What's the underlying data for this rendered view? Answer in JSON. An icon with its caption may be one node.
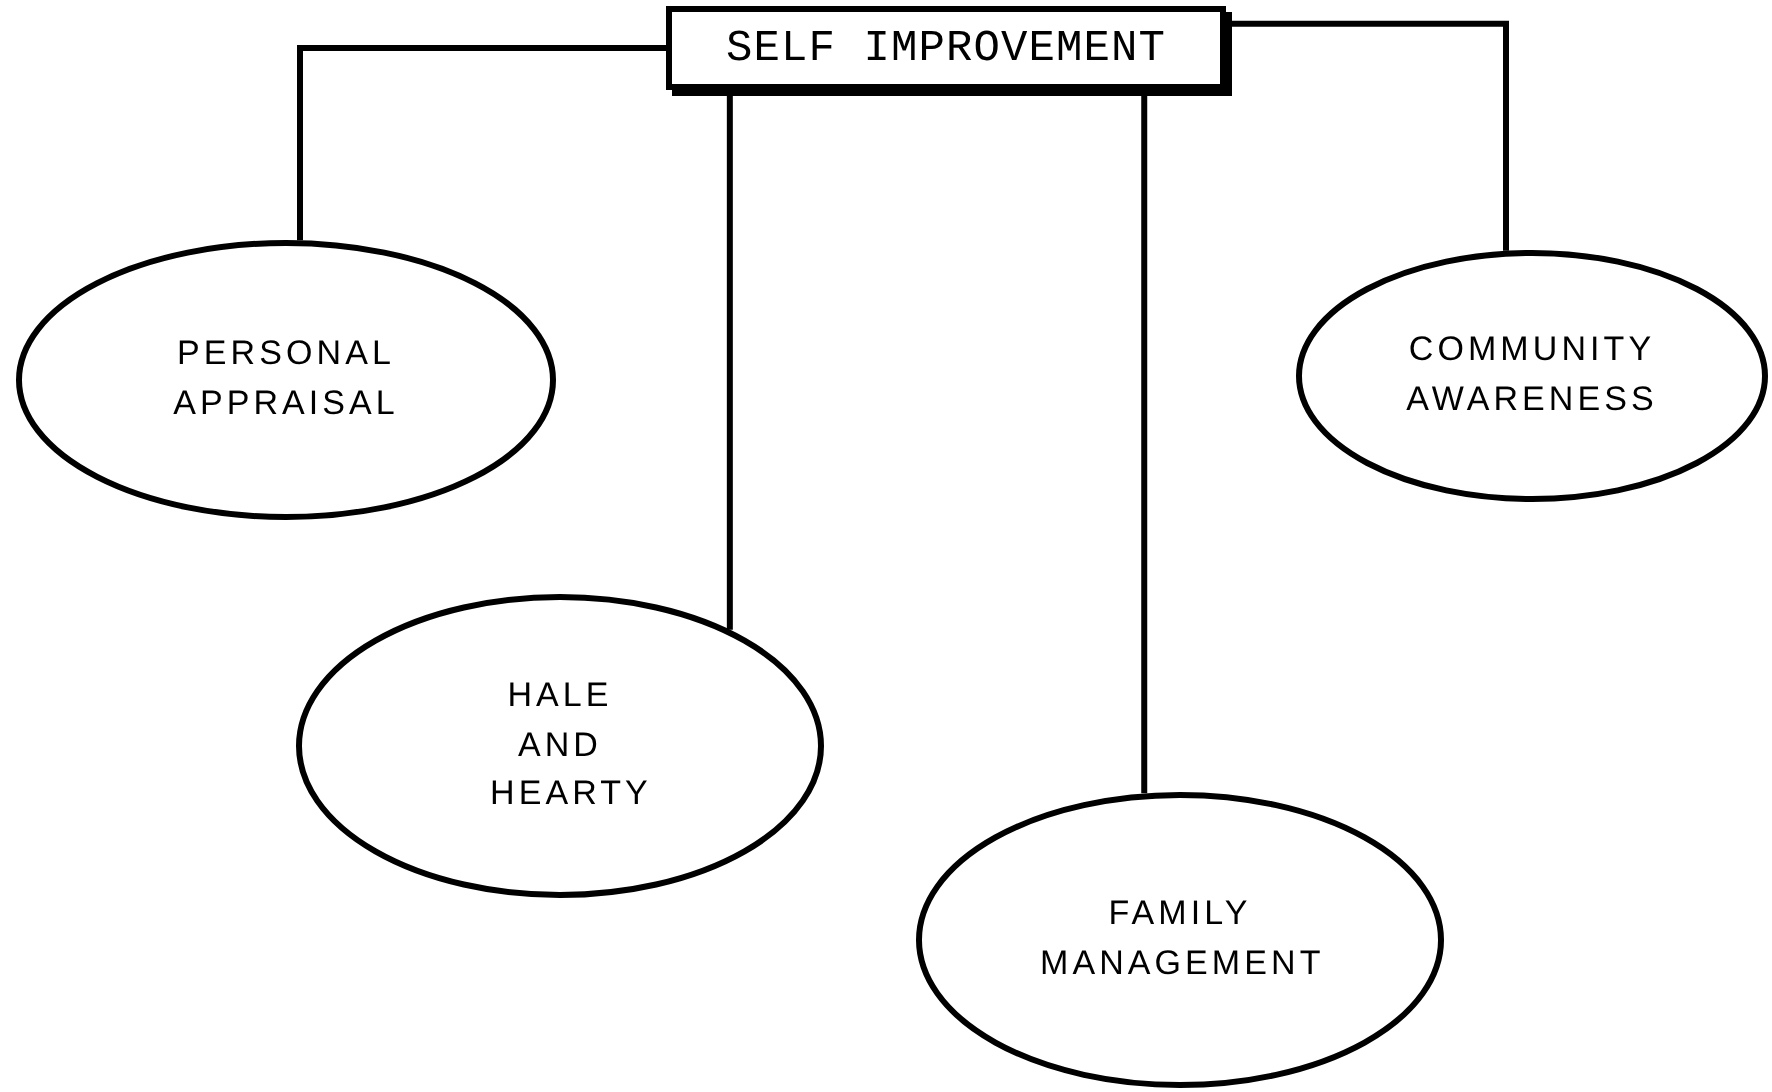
{
  "diagram": {
    "nodes": [
      {
        "text": [
          "SELF IMPROVEMENT"
        ]
      },
      {
        "text": [
          "PERSONAL APPRAISAL"
        ]
      },
      {
        "text": [
          "HALE AND HEARTY"
        ]
      },
      {
        "text": [
          "COMMUNITY AWARENESS"
        ]
      },
      {
        "text": [
          "FAMILY MANAGEMENT"
        ]
      }
    ],
    "edges": [
      {
        "from": 0,
        "to": 1,
        "arrow": "none"
      },
      {
        "from": 0,
        "to": 2,
        "arrow": "none"
      },
      {
        "from": 0,
        "to": 4,
        "arrow": "none"
      },
      {
        "from": 0,
        "to": 3,
        "arrow": "none"
      }
    ]
  }
}
